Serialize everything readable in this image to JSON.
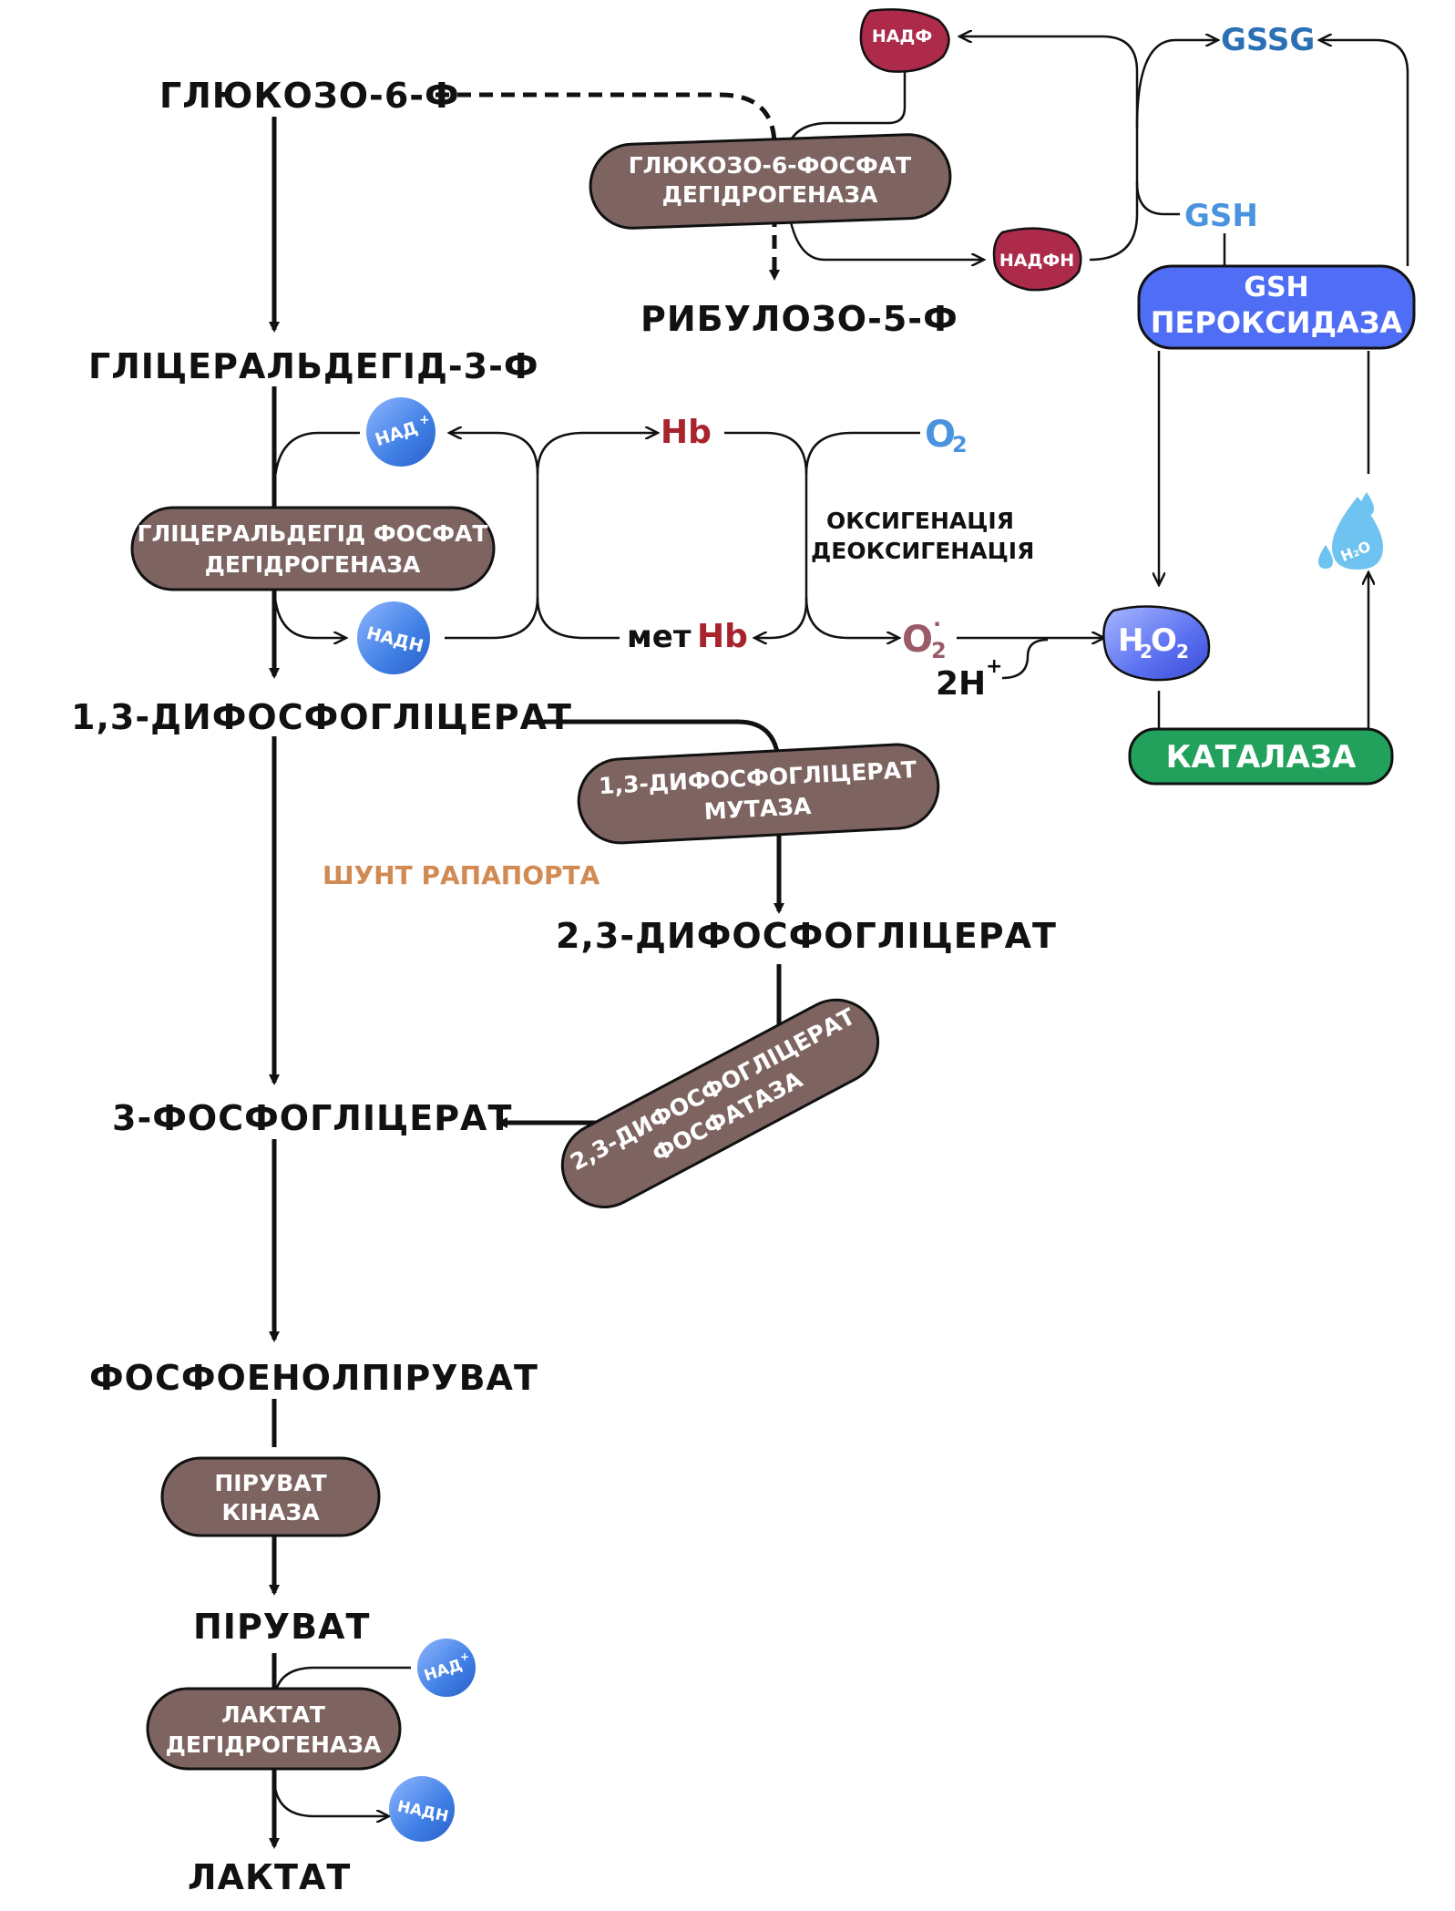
{
  "metabolites": {
    "glucose6p": "ГЛЮКОЗО-6-Ф",
    "ribulose5p": "РИБУЛОЗО-5-Ф",
    "gap": "ГЛІЦЕРАЛЬДЕГІД-3-Ф",
    "bpg13": "1,3-ДИФОСФОГЛІЦЕРАТ",
    "bpg23": "2,3-ДИФОСФОГЛІЦЕРАТ",
    "pg3": "3-ФОСФОГЛІЦЕРАТ",
    "pep": "ФОСФОЕНОЛПІРУВАТ",
    "pyruvate": "ПІРУВАТ",
    "lactate": "ЛАКТАТ"
  },
  "enzymes": {
    "g6pd": [
      "ГЛЮКОЗО-6-ФОСФАТ",
      "ДЕГІДРОГЕНАЗА"
    ],
    "gapdh": [
      "ГЛІЦЕРАЛЬДЕГІД ФОСФАТ",
      "ДЕГІДРОГЕНАЗА"
    ],
    "bpgm": [
      "1,3-ДИФОСФОГЛІЦЕРАТ",
      "МУТАЗА"
    ],
    "bpgp": [
      "2,3-ДИФОСФОГЛІЦЕРАТ",
      "ФОСФАТАЗА"
    ],
    "pk": [
      "ПІРУВАТ",
      "КІНАЗА"
    ],
    "ldh": [
      "ЛАКТАТ",
      "ДЕГІДРОГЕНАЗА"
    ],
    "gpx": [
      "GSH",
      "ПЕРОКСИДАЗА"
    ],
    "catalase": "КАТАЛАЗА"
  },
  "cofactors": {
    "nadp_plus": "НАДФ",
    "nadph": "НАДФН",
    "nad_plus": "НАД",
    "nadh": "НАДН",
    "plus_sign": "+"
  },
  "redox": {
    "gssg": "GSSG",
    "gsh": "GSH",
    "hb": "Hb",
    "methb_prefix": "мет",
    "methb_suffix": "Hb",
    "o2": "O",
    "o2_sub": "2",
    "superoxide_sup": "·",
    "h2o2_h": "H",
    "h2o2_o": "O",
    "h2o2_sub": "2",
    "two_h": "2H",
    "h2o_drop": "H₂O"
  },
  "labels": {
    "oxygenation": "ОКСИГЕНАЦІЯ",
    "deoxygenation": "ДЕОКСИГЕНАЦІЯ",
    "shunt": "ШУНТ РАПАПОРТА"
  },
  "colors": {
    "enzyme_brown": "#7d6461",
    "nadp_crimson": "#ad2a4b",
    "nad_blue": "#3f7fe4",
    "gpx_blue": "#4f6ef5",
    "catalase_green": "#21a15b",
    "gssg_blue": "#2b6fb5",
    "gsh_blue": "#4a93de",
    "hb_red": "#a8242d",
    "superoxide_mauve": "#9b5a68",
    "shunt_orange": "#d28a53"
  }
}
